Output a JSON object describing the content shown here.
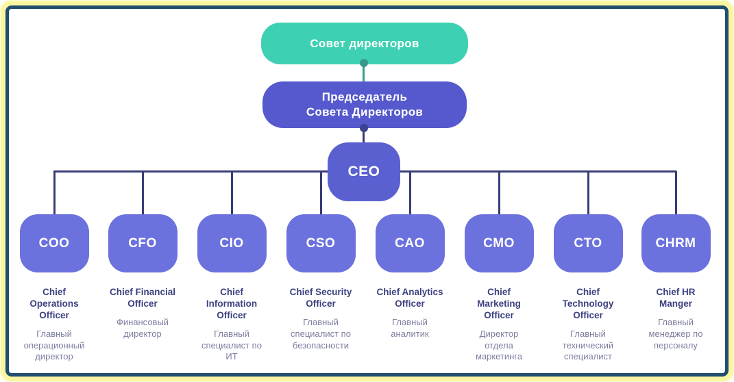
{
  "palette": {
    "board_green": "#3ed0b2",
    "chair_purple": "#5559cd",
    "ceo_purple": "#5a60d0",
    "child_purple": "#6b71dd",
    "connector_navy": "#383c77",
    "connector_teal": "#2fa092",
    "dot_teal": "#359a8d",
    "dot_indigo": "#3e418f",
    "title_navy": "#3d4180",
    "subtitle_gray": "#7c7e9f",
    "frame_border": "#1f4e70",
    "frame_glow_yellow": "#faf5a0"
  },
  "nodes": {
    "board": {
      "label": "Совет директоров"
    },
    "chair": {
      "label": "Председатель\nСовета Директоров"
    },
    "ceo": {
      "label": "CEO"
    }
  },
  "children": [
    {
      "code": "COO",
      "title": "Chief\nOperations\nOfficer",
      "subtitle": "Главный\nоперационный\nдиректор"
    },
    {
      "code": "CFO",
      "title": "Chief Financial\nOfficer",
      "subtitle": "Финансовый\nдиректор"
    },
    {
      "code": "CIO",
      "title": "Chief\nInformation\nOfficer",
      "subtitle": "Главный\nспециалист по\nИТ"
    },
    {
      "code": "CSO",
      "title": "Chief Security\nOfficer",
      "subtitle": "Главный\nспециалист по\nбезопасности"
    },
    {
      "code": "CAO",
      "title": "Chief Analytics\nOfficer",
      "subtitle": "Главный\nаналитик"
    },
    {
      "code": "CMO",
      "title": "Chief\nMarketing\nOfficer",
      "subtitle": "Директор\nотдела\nмаркетинга"
    },
    {
      "code": "CTO",
      "title": "Chief\nTechnology\nOfficer",
      "subtitle": "Главный\nтехнический\nспециалист"
    },
    {
      "code": "CHRM",
      "title": "Chief HR\nManger",
      "subtitle": "Главный\nменеджер по\nперсоналу"
    }
  ]
}
